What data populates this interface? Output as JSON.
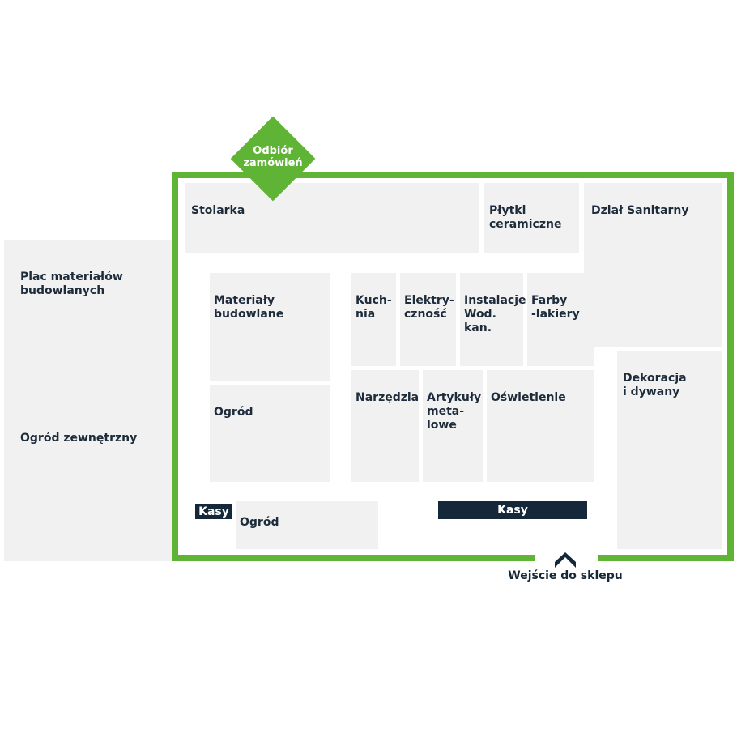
{
  "colors": {
    "wall": "#5fb335",
    "zone": "#f1f1f1",
    "checkout": "#142839",
    "text": "#1d2b3a"
  },
  "pickup": {
    "label": "Odbiór\nzamówień"
  },
  "entrance": {
    "label": "Wejście do sklepu",
    "icon": "chevron-up-icon"
  },
  "outdoor": {
    "building_materials_yard": "Plac materiałów\nbudowlanych",
    "outdoor_garden": "Ogród zewnętrzny"
  },
  "store": {
    "joinery": "Stolarka",
    "ceramic_tiles": "Płytki\nceramiczne",
    "sanitary": "Dział Sanitarny",
    "decoration": "Dekoracja\ni dywany",
    "building_materials": "Materiały\nbudowlane",
    "garden_inner": "Ogród",
    "kitchen": "Kuch-\nnia",
    "electrical": "Elektry-\nczność",
    "plumbing": "Instalacje\nWod. kan.",
    "paints": "Farby\n-lakiery",
    "tools": "Narzędzia",
    "metal": "Artykuły\nmeta-\nlowe",
    "lighting": "Oświetlenie",
    "garden_front": "Ogród",
    "checkout_small": "Kasy",
    "checkout_main": "Kasy"
  }
}
